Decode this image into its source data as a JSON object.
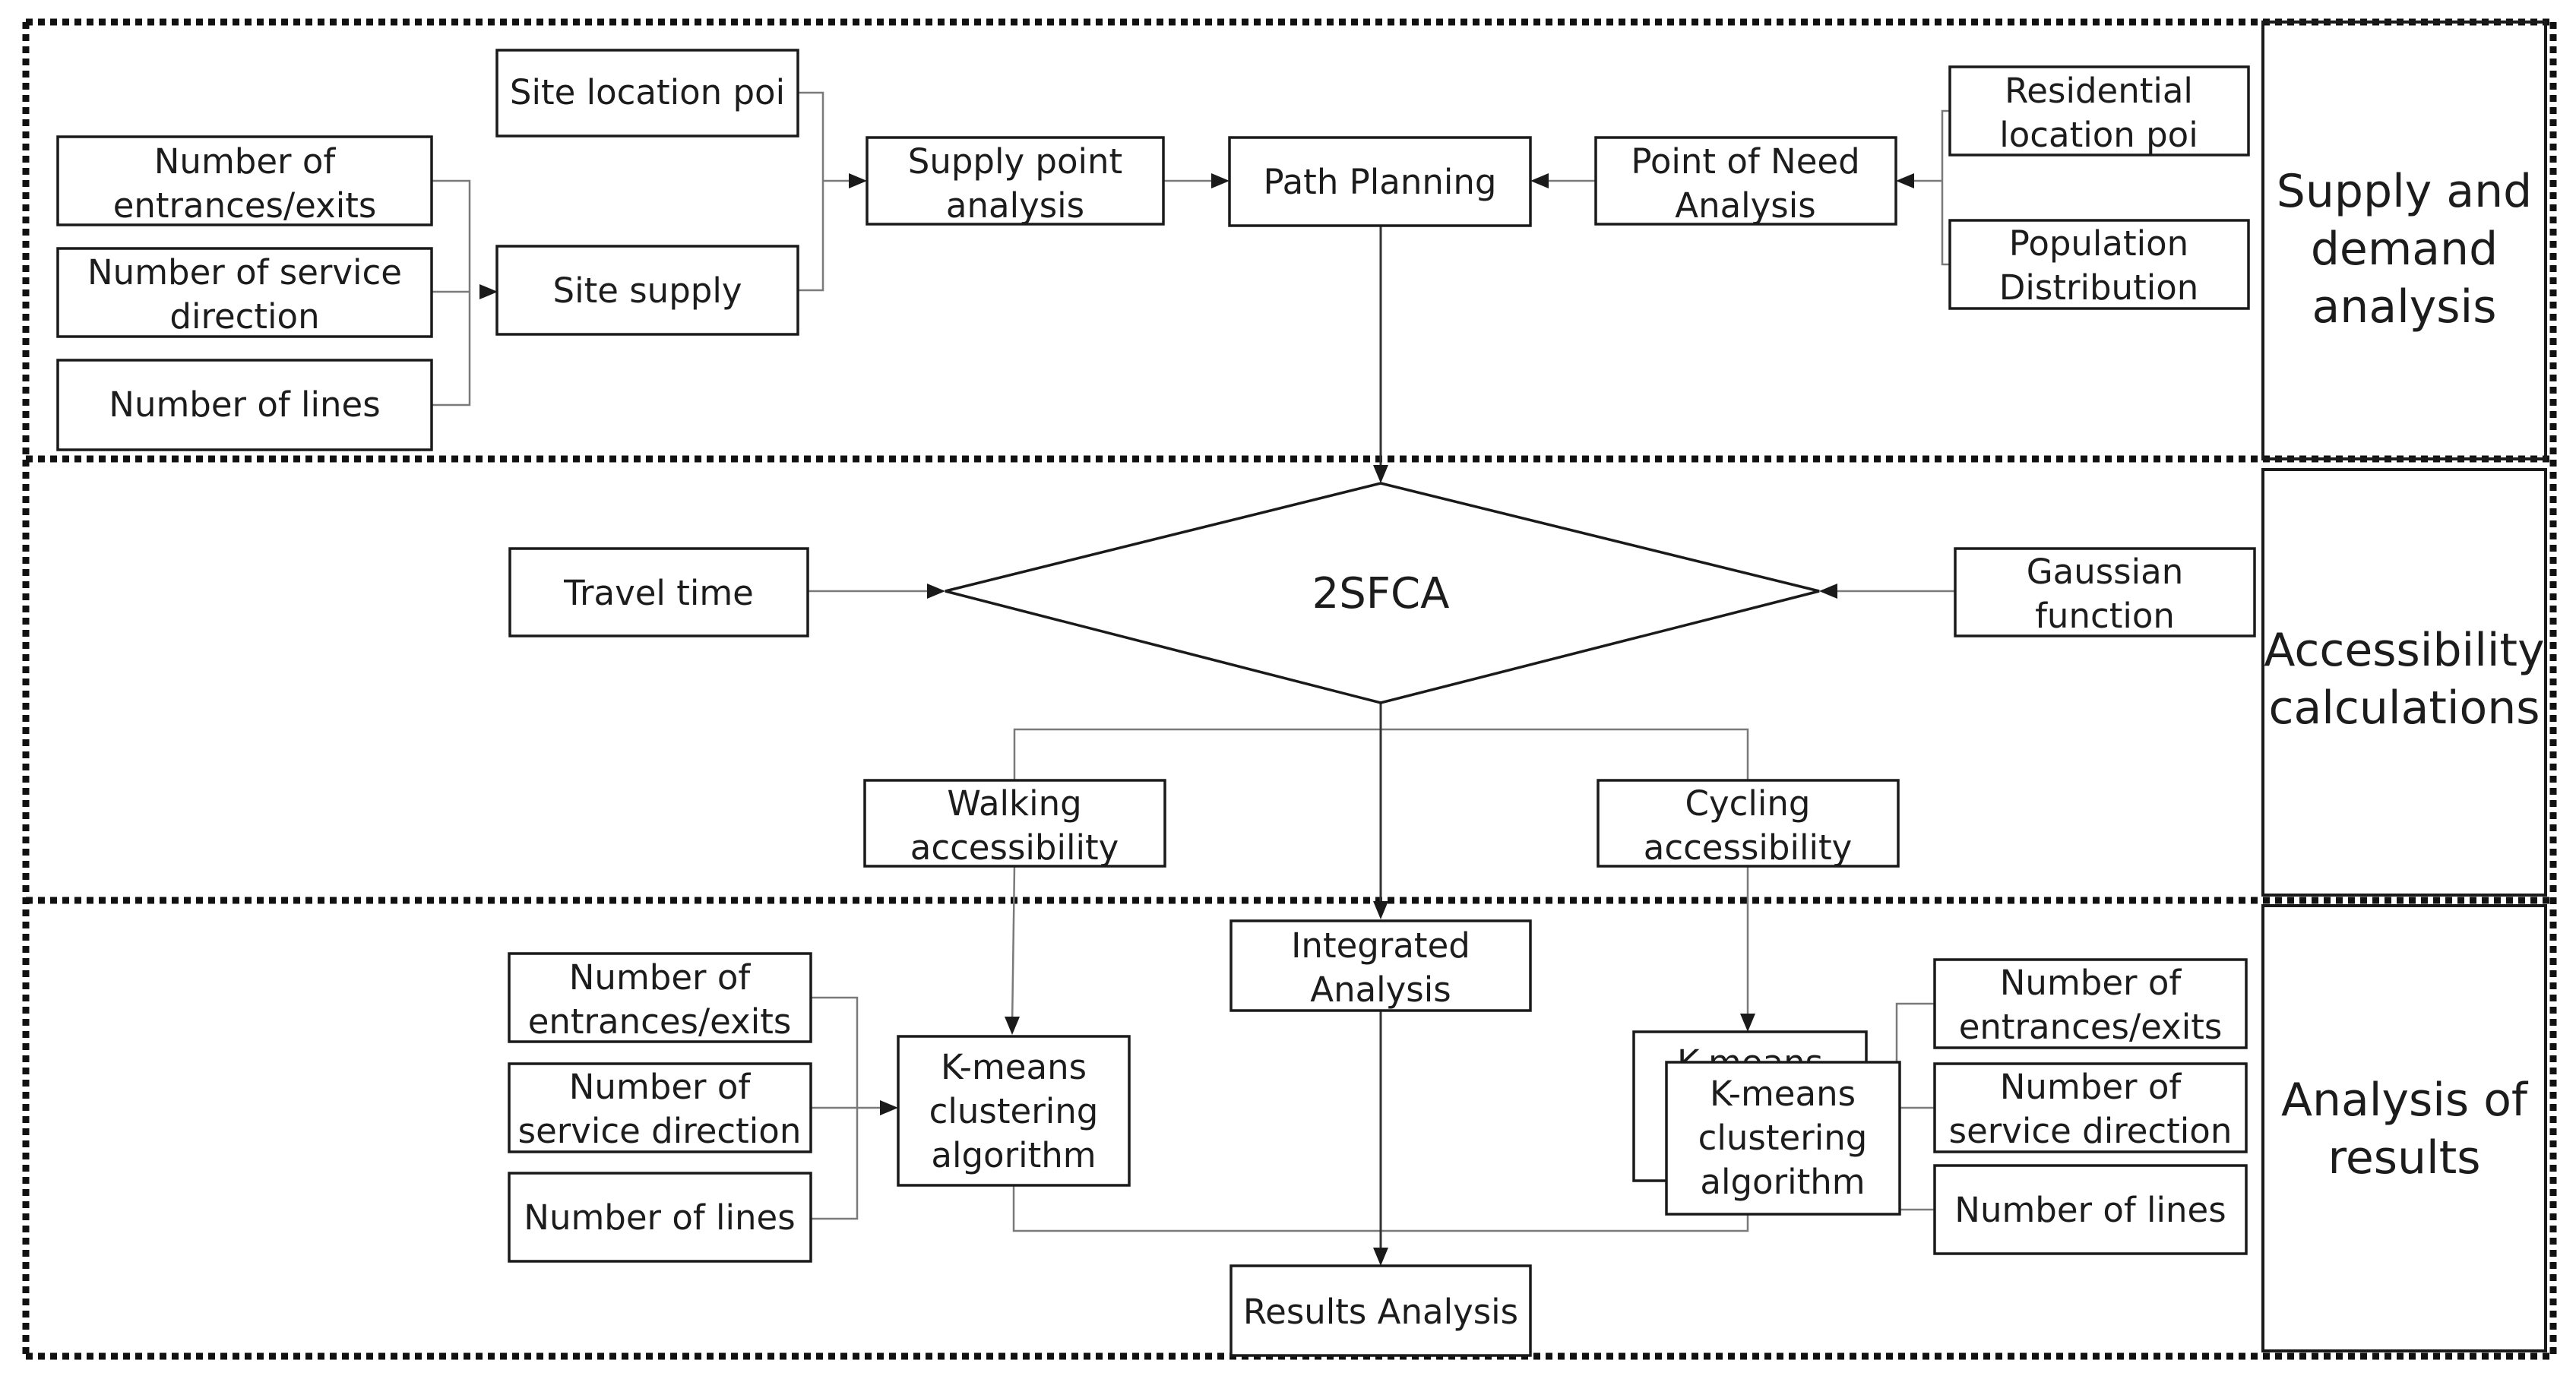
{
  "sections": {
    "supply_demand": [
      "Supply and",
      "demand",
      "analysis"
    ],
    "accessibility": [
      "Accessibility",
      "calculations"
    ],
    "results": [
      "Analysis of",
      "results"
    ]
  },
  "nodes": {
    "site_location_poi": [
      "Site location poi"
    ],
    "entrances_exits_top": [
      "Number of",
      "entrances/exits"
    ],
    "service_direction_top": [
      "Number of service",
      "direction"
    ],
    "lines_top": [
      "Number of lines"
    ],
    "site_supply": [
      "Site supply"
    ],
    "supply_point_analysis": [
      "Supply point",
      "analysis"
    ],
    "path_planning": [
      "Path Planning"
    ],
    "point_of_need_analysis": [
      "Point of Need",
      "Analysis"
    ],
    "residential_location_poi": [
      "Residential",
      "location poi"
    ],
    "population_distribution": [
      "Population",
      "Distribution"
    ],
    "travel_time": [
      "Travel time"
    ],
    "two_sfca": [
      "2SFCA"
    ],
    "gaussian_function": [
      "Gaussian",
      "function"
    ],
    "walking_accessibility": [
      "Walking",
      "accessibility"
    ],
    "cycling_accessibility": [
      "Cycling",
      "accessibility"
    ],
    "integrated_analysis": [
      "Integrated",
      "Analysis"
    ],
    "entrances_exits_left": [
      "Number of",
      "entrances/exits"
    ],
    "service_direction_left": [
      "Number of",
      "service direction"
    ],
    "lines_left": [
      "Number of lines"
    ],
    "kmeans_left": [
      "K-means",
      "clustering",
      "algorithm"
    ],
    "kmeans_right_back": [
      "K-means"
    ],
    "kmeans_right": [
      "K-means",
      "clustering",
      "algorithm"
    ],
    "entrances_exits_right": [
      "Number of",
      "entrances/exits"
    ],
    "service_direction_right": [
      "Number of",
      "service direction"
    ],
    "lines_right": [
      "Number of lines"
    ],
    "results_analysis": [
      "Results Analysis"
    ]
  }
}
